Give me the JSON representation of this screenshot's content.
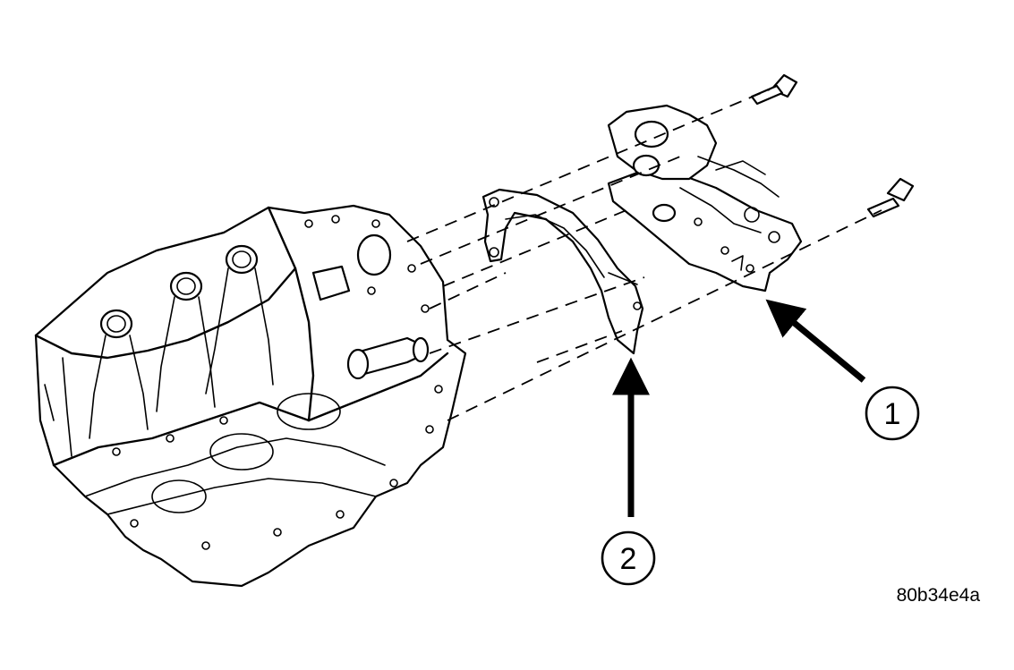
{
  "callouts": [
    {
      "label": "1"
    },
    {
      "label": "2"
    }
  ],
  "figure_code": "80b34e4a"
}
